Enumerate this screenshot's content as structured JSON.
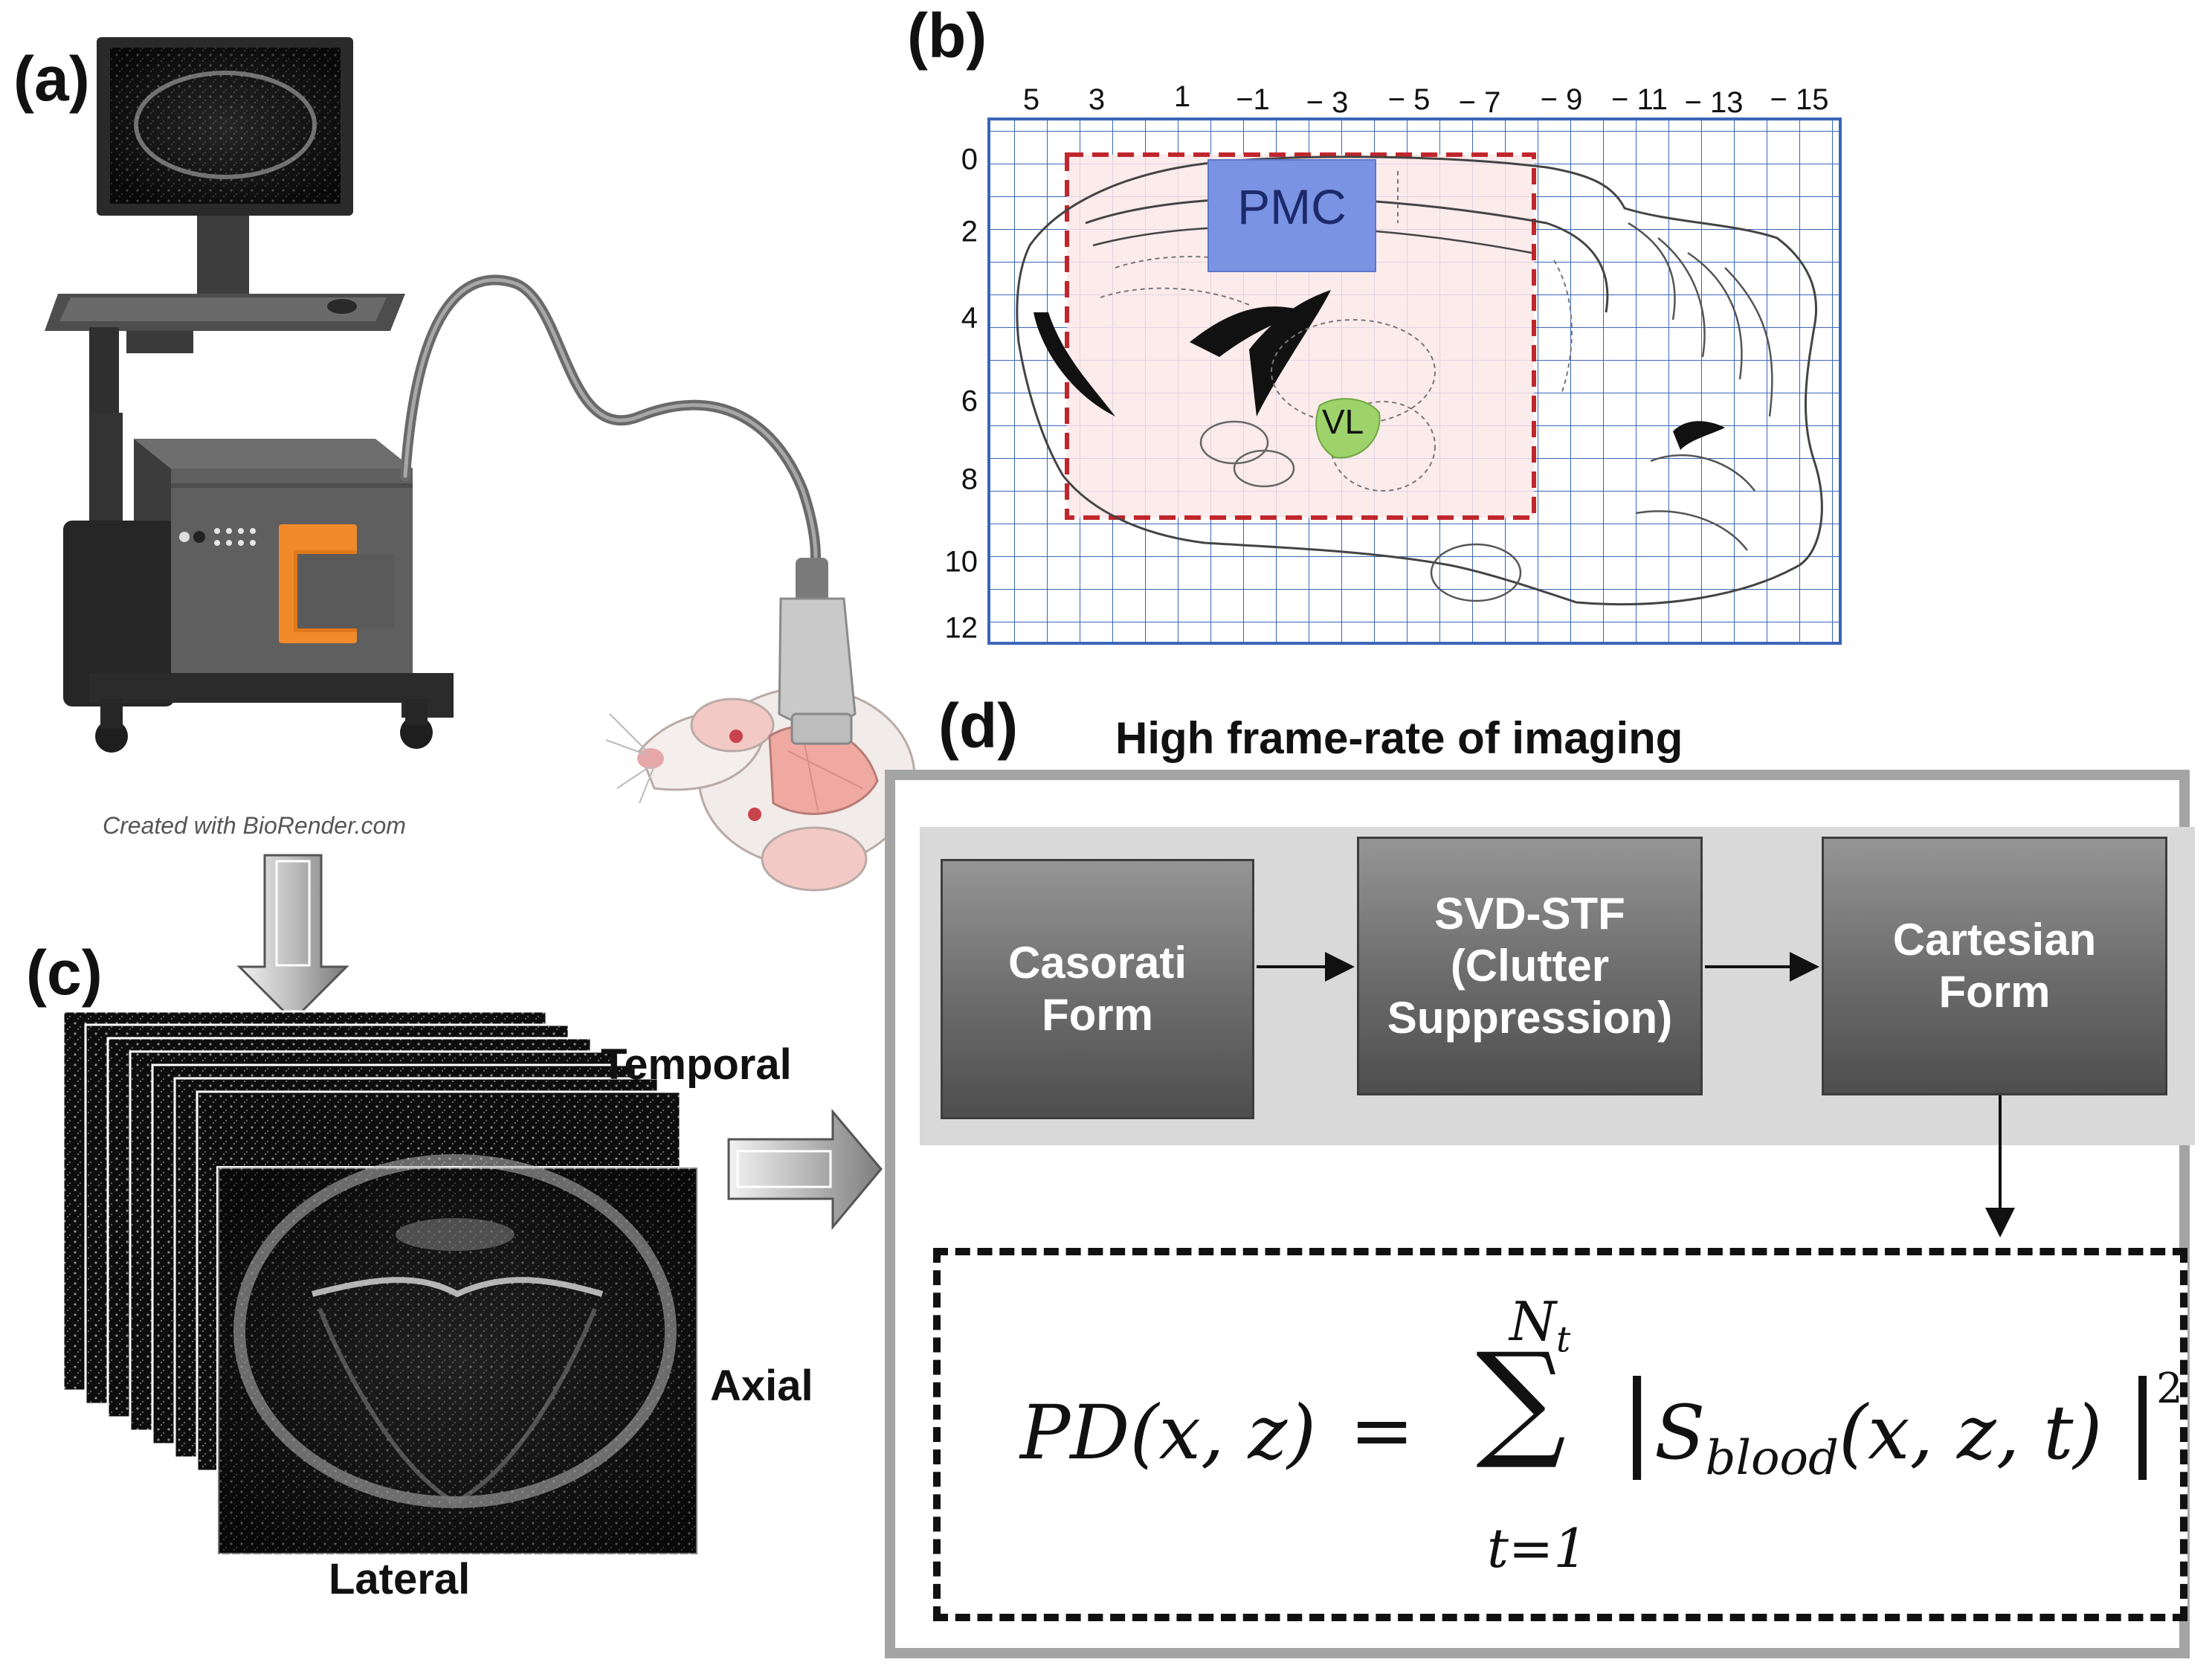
{
  "panels": {
    "a": {
      "label": "(a)",
      "credit": "Created with BioRender.com"
    },
    "b": {
      "label": "(b)",
      "x_ticks": [
        "5",
        "3",
        "1",
        "−1",
        "− 3",
        "− 5",
        "− 7",
        "− 9",
        "− 11",
        "− 13",
        "− 15"
      ],
      "y_ticks": [
        "0",
        "2",
        "4",
        "6",
        "8",
        "10",
        "12"
      ],
      "regions": {
        "pmc": "PMC",
        "vl": "VL"
      },
      "colors": {
        "pmc": "#7b93e3",
        "vl": "#9ed36b",
        "roi": "#c0262c",
        "roi_fill": "#fce8e8",
        "grid": "#3a66b8"
      }
    },
    "c": {
      "label": "(c)",
      "axes": {
        "temporal": "Temporal",
        "axial": "Axial",
        "lateral": "Lateral"
      }
    },
    "d": {
      "label": "(d)",
      "title": "High frame-rate of imaging",
      "steps": [
        {
          "label": "Casorati\nForm"
        },
        {
          "label": "SVD-STF\n(Clutter\nSuppression)"
        },
        {
          "label": "Cartesian\nForm"
        }
      ],
      "equation": {
        "lhs": "PD(x, z)",
        "equals": "=",
        "sum_upper": "N",
        "sum_upper_sub": "t",
        "sum_lower": "t=1",
        "signal": "S",
        "signal_sub": "blood",
        "args": "(x, z, t)",
        "exponent": "2"
      }
    }
  }
}
